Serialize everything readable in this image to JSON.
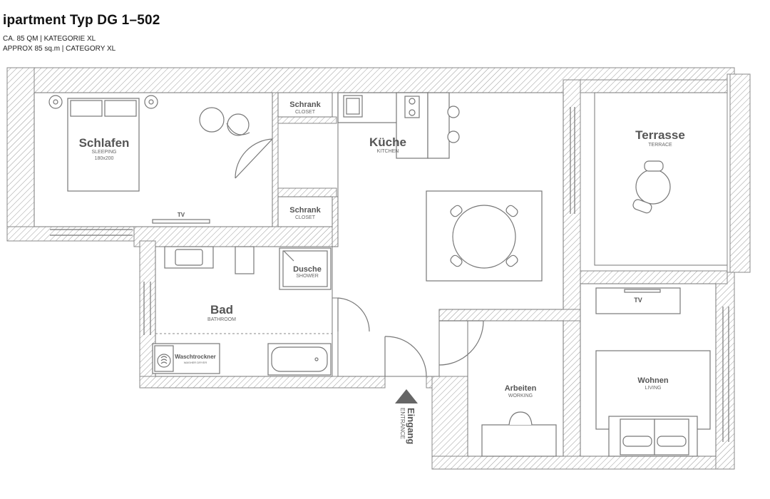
{
  "header": {
    "title": "ipartment Typ DG 1–502",
    "subtitle_de": "CA. 85 QM | KATEGORIE XL",
    "subtitle_en": "APPROX 85 sq.m | CATEGORY XL"
  },
  "rooms": {
    "schlafen": {
      "name": "Schlafen",
      "sub": "SLEEPING",
      "size": "180x200",
      "tv": "TV"
    },
    "schrank_top": {
      "name": "Schrank",
      "sub": "CLOSET"
    },
    "schrank_bottom": {
      "name": "Schrank",
      "sub": "CLOSET"
    },
    "kueche": {
      "name": "Küche",
      "sub": "KITCHEN"
    },
    "terrasse": {
      "name": "Terrasse",
      "sub": "TERRACE"
    },
    "dusche": {
      "name": "Dusche",
      "sub": "SHOWER"
    },
    "bad": {
      "name": "Bad",
      "sub": "BATHROOM"
    },
    "waschtrockner": {
      "name": "Waschtrockner",
      "sub": "WASHER DRYER"
    },
    "arbeiten": {
      "name": "Arbeiten",
      "sub": "WORKING"
    },
    "wohnen": {
      "name": "Wohnen",
      "sub": "LIVING",
      "tv": "TV"
    },
    "eingang": {
      "name": "Eingang",
      "sub": "ENTRANCE"
    }
  },
  "colors": {
    "wall_hatch": "#9a9a9a",
    "line": "#777777",
    "label_main": "#555555",
    "label_sub": "#666666"
  }
}
